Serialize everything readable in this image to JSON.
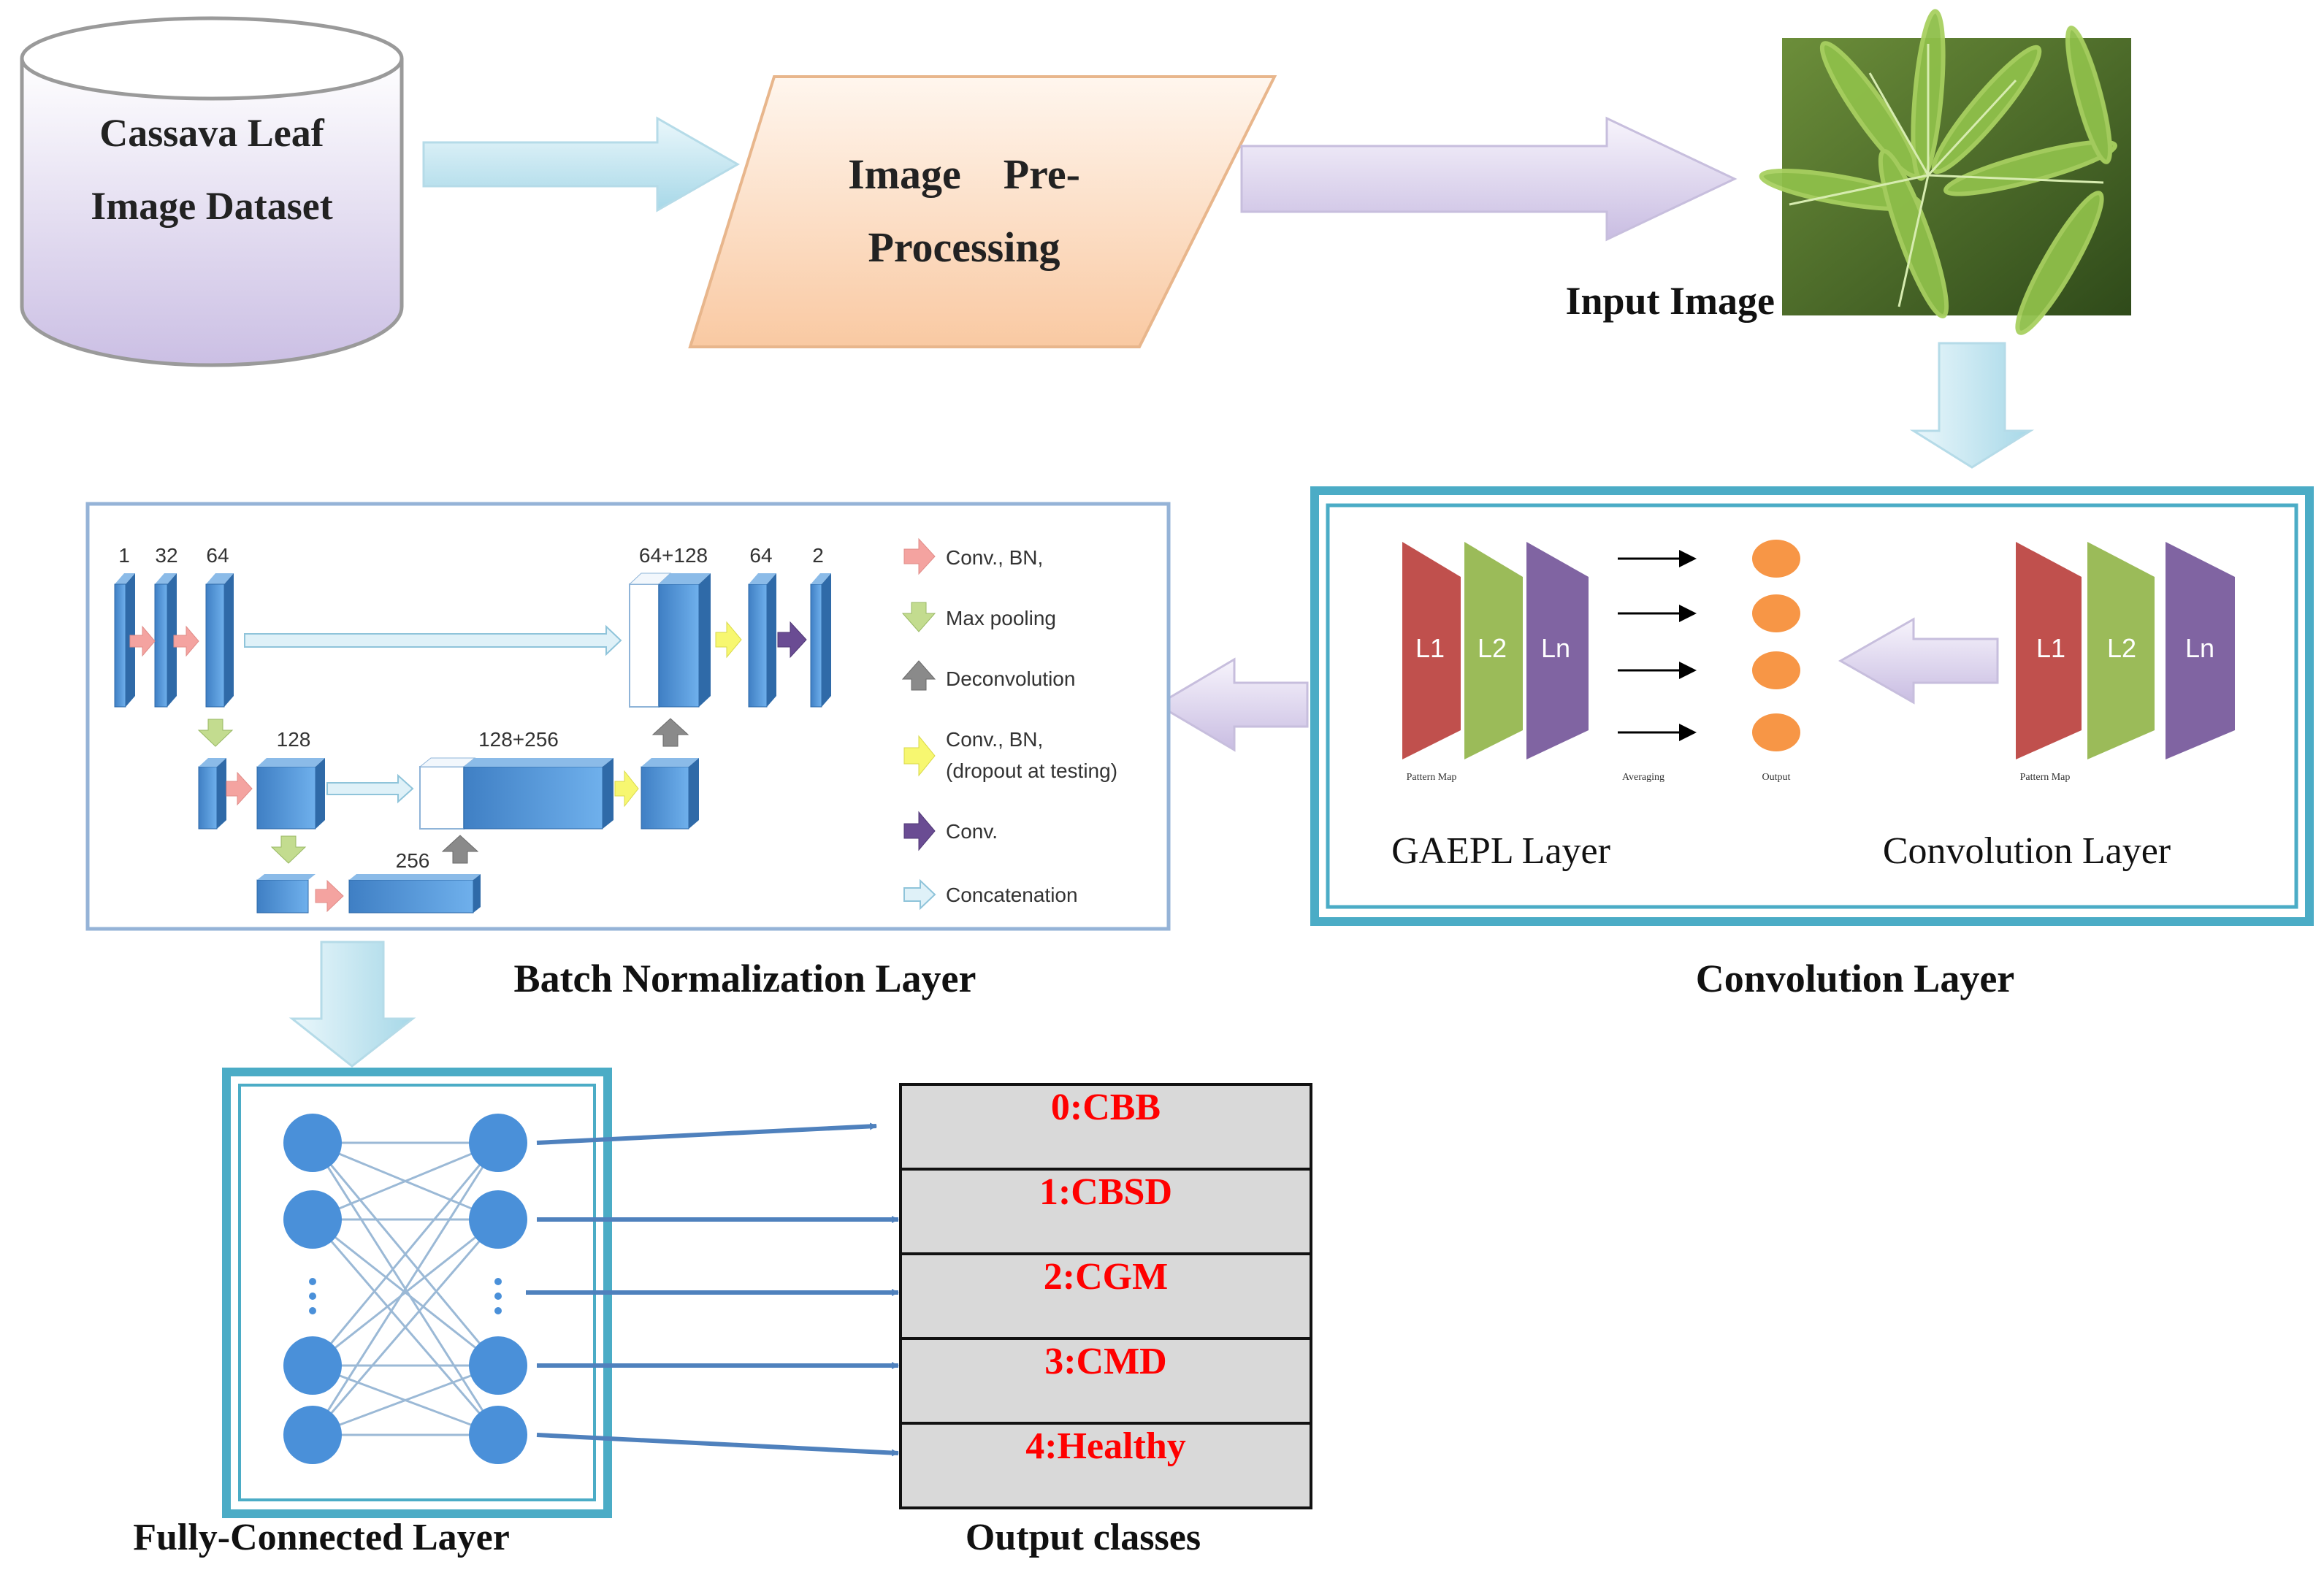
{
  "dataset": {
    "line1": "Cassava Leaf",
    "line2": "Image Dataset"
  },
  "preprocess": {
    "line1": "Image    Pre-",
    "line2": "Processing"
  },
  "input_image": {
    "label": "Input Image"
  },
  "conv_section": {
    "gaepl_label": "GAEPL Layer",
    "conv_label": "Convolution Layer",
    "caption": "Convolution Layer",
    "block_labels": [
      "L1",
      "L2",
      "Ln"
    ],
    "tiny_pattern": "Pattern Map",
    "tiny_averaging": "Averaging",
    "tiny_output": "Output"
  },
  "bn_section": {
    "caption": "Batch Normalization Layer",
    "numbers": {
      "n1": "1",
      "n32": "32",
      "n64a": "64",
      "n64_128": "64+128",
      "n64b": "64",
      "n2": "2",
      "n128": "128",
      "n128_256": "128+256",
      "n256": "256"
    },
    "legend": {
      "conv_bn": "Conv., BN,",
      "max_pool": "Max pooling",
      "deconv": "Deconvolution",
      "conv_bn_drop_1": "Conv., BN,",
      "conv_bn_drop_2": "(dropout at testing)",
      "conv": "Conv.",
      "concat": "Concatenation"
    }
  },
  "fc_section": {
    "caption": "Fully-Connected Layer"
  },
  "output_section": {
    "caption": "Output classes",
    "classes": [
      "0:CBB",
      "1:CBSD",
      "2:CGM",
      "3:CMD",
      "4:Healthy"
    ]
  },
  "colors": {
    "teal_border": "#4BACC6",
    "light_blue_border": "#95B3D7",
    "class_red": "#FF0000",
    "class_bg": "#D9D9D9",
    "red_block": "#C0504D",
    "green_block": "#9BBB59",
    "purple_block": "#8064A2",
    "orange_dot": "#F79646",
    "unet_blue": "#4F94D8",
    "fc_node": "#4A90D9"
  }
}
